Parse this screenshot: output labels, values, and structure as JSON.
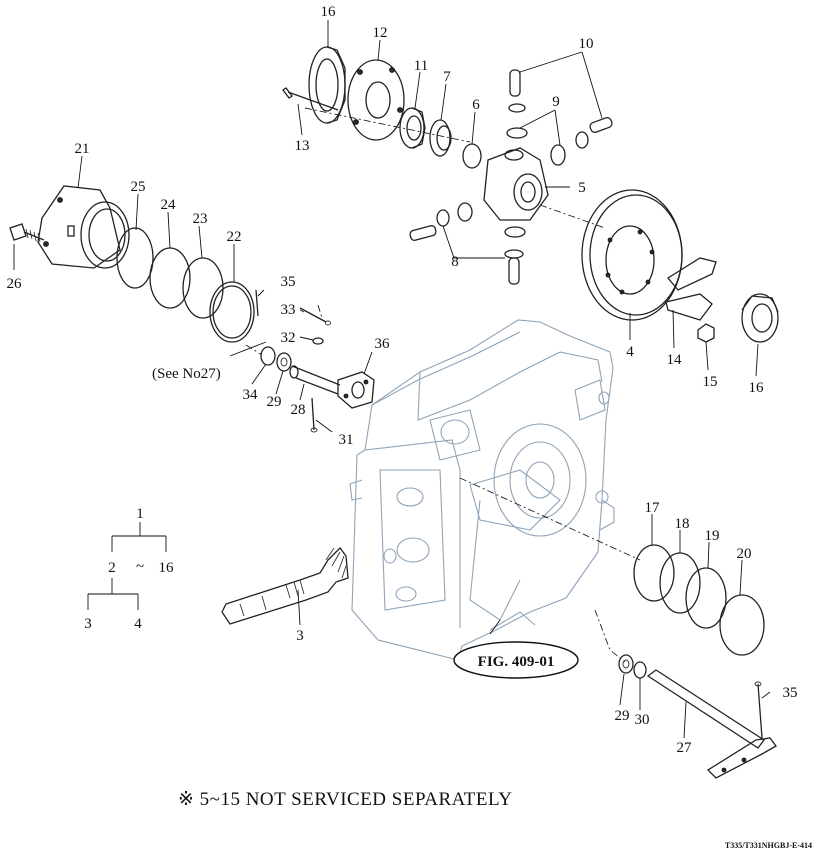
{
  "diagram": {
    "callouts": [
      "1",
      "2",
      "3",
      "4",
      "5",
      "6",
      "7",
      "8",
      "9",
      "10",
      "11",
      "12",
      "13",
      "14",
      "15",
      "16",
      "17",
      "18",
      "19",
      "20",
      "21",
      "22",
      "23",
      "24",
      "25",
      "26",
      "27",
      "28",
      "29",
      "30",
      "31",
      "32",
      "33",
      "34",
      "35",
      "36"
    ],
    "extra_labels": {
      "p3b": "3",
      "p4b": "4",
      "p16b": "16",
      "p29b": "29",
      "p35b": "35"
    },
    "see_note": "(See No27)",
    "hierarchy": {
      "top": "1",
      "mid_left": "2",
      "tilde": "~",
      "mid_right": "16",
      "bottom_left": "3",
      "bottom_right": "4"
    },
    "figure_ref": "FIG. 409-01",
    "note": "※ 5~15 NOT SERVICED SEPARATELY",
    "drawing_code": "T335/T331NHGBJ-E-414"
  }
}
